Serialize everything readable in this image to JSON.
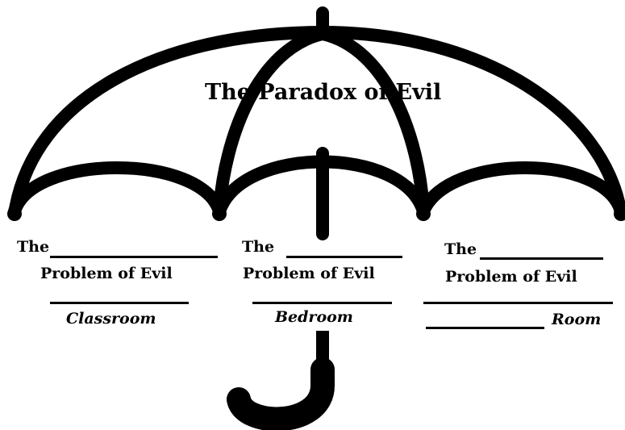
{
  "title": "The Paradox of Evil",
  "sections": [
    {
      "prefix": "The",
      "line2": "Problem of Evil",
      "room": "Classroom"
    },
    {
      "prefix": "The",
      "line2": "Problem of Evil",
      "room": "Bedroom"
    },
    {
      "prefix": "The",
      "line2": "Problem of Evil",
      "room": "Room"
    }
  ],
  "colors": {
    "stroke": "#000000",
    "background": "#ffffff"
  }
}
